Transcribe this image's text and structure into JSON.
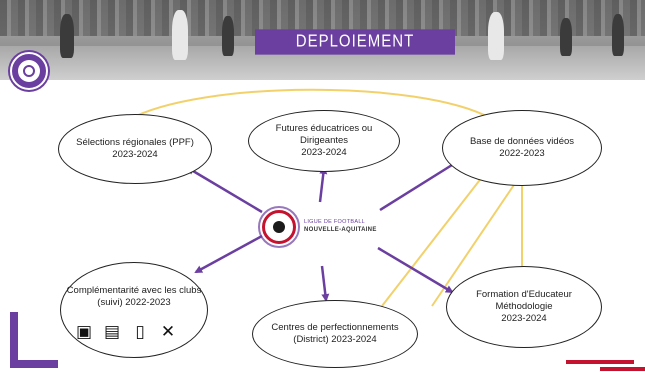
{
  "header": {
    "title": "DEPLOIEMENT"
  },
  "logo": {
    "line1": "LIGUE DE FOOTBALL",
    "line2": "NOUVELLE-AQUITAINE"
  },
  "nodes": {
    "selections": {
      "line1": "Sélections régionales (PPF)",
      "line2": "2023-2024"
    },
    "futures": {
      "line1": "Futures éducatrices ou",
      "line2": "Dirigeantes",
      "line3": "2023-2024"
    },
    "base": {
      "line1": "Base de données vidéos",
      "line2": "2022-2023"
    },
    "complementarite": {
      "line1": "Complémentarité avec les clubs",
      "line2": "(suivi) 2022-2023"
    },
    "centres": {
      "line1": "Centres de perfectionnements",
      "line2": "(District) 2023-2024"
    },
    "formation": {
      "line1": "Formation d'Educateur",
      "line2": "Méthodologie",
      "line3": "2023-2024"
    }
  },
  "icons": [
    "video-icon",
    "computer-icon",
    "clipboard-icon",
    "training-icon"
  ],
  "colors": {
    "purple": "#6b3fa0",
    "yellow": "#f2d16b",
    "red": "#c4122f"
  }
}
